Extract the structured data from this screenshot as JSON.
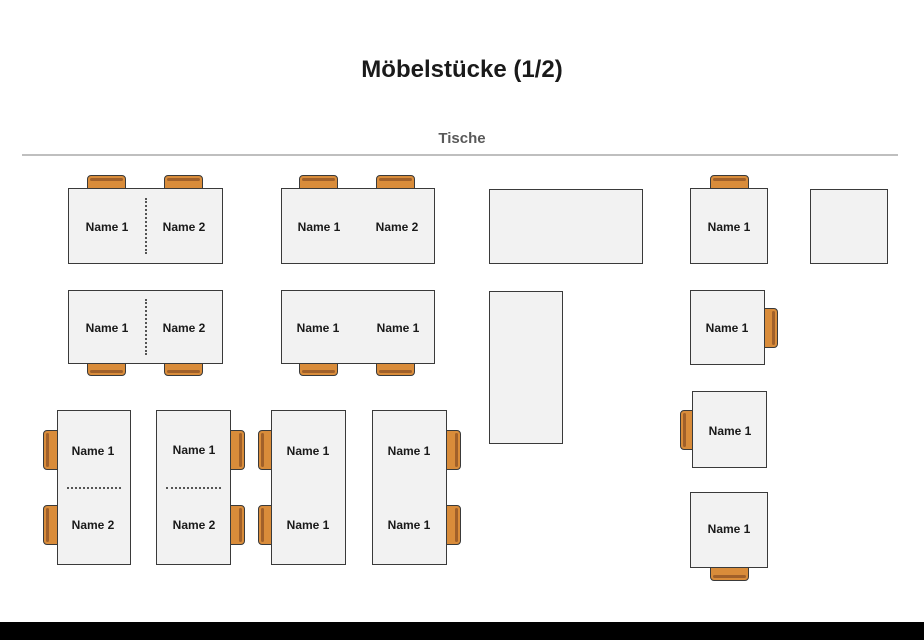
{
  "title": "Möbelstücke (1/2)",
  "section": "Tische",
  "name1": "Name 1",
  "name2": "Name 2"
}
